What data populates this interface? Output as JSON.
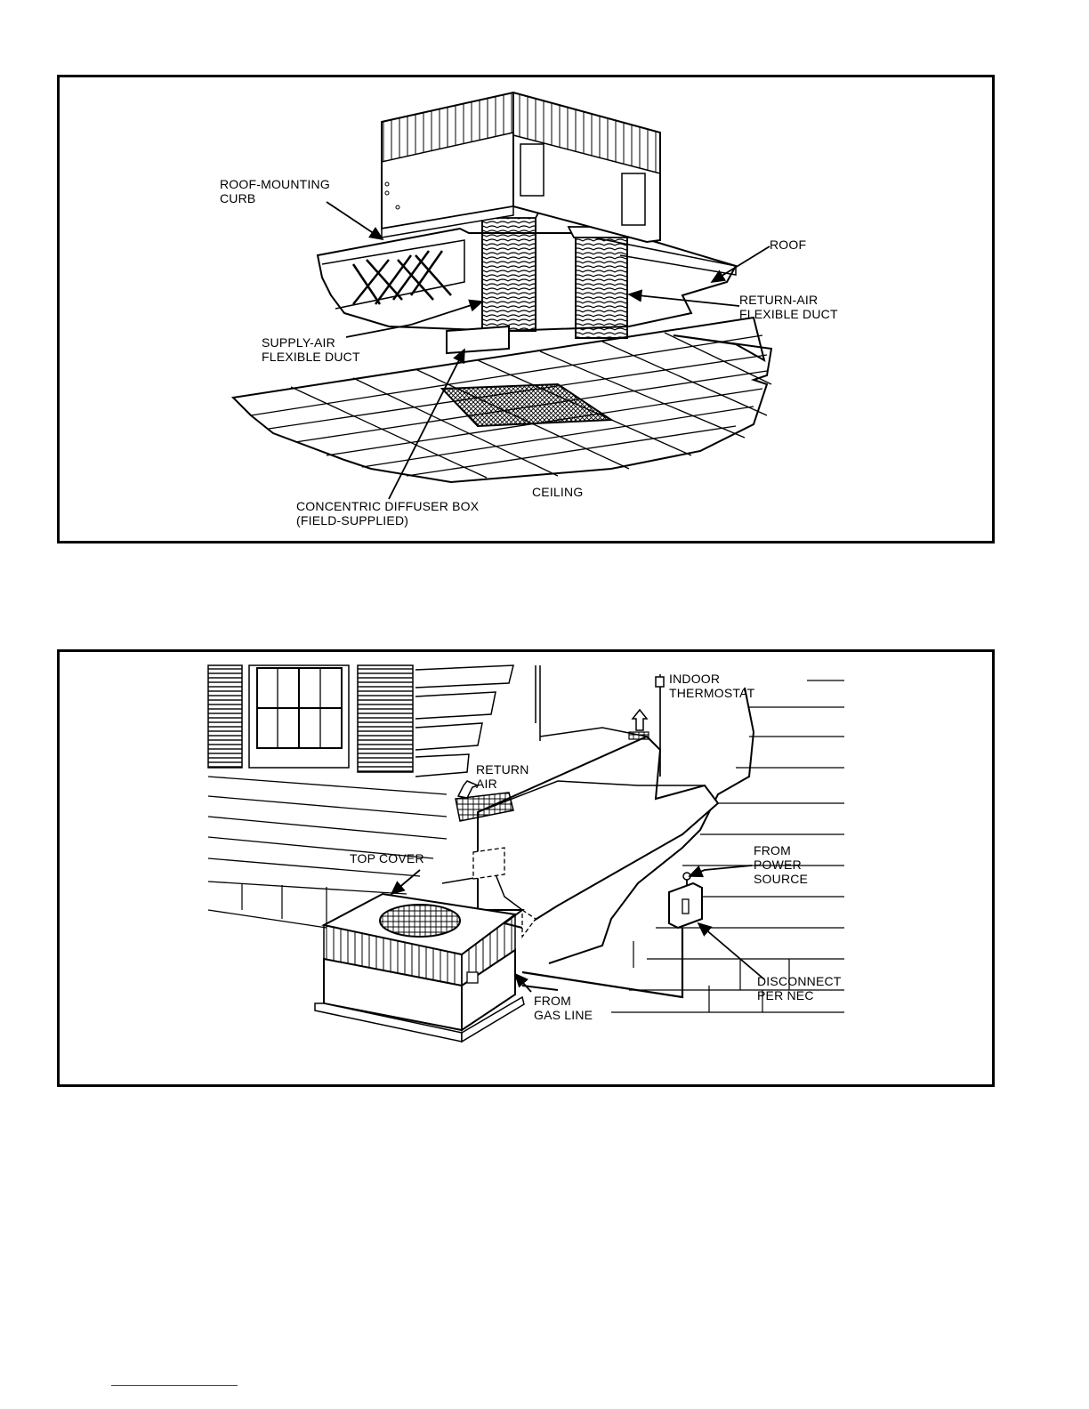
{
  "figures": [
    {
      "id": "rooftop-install",
      "labels": {
        "roof_curb": "ROOF-MOUNTING\nCURB",
        "roof": "ROOF",
        "return_duct": "RETURN-AIR\nFLEXIBLE DUCT",
        "supply_duct": "SUPPLY-AIR\nFLEXIBLE DUCT",
        "ceiling": "CEILING",
        "diffuser_box": "CONCENTRIC DIFFUSER BOX\n(FIELD-SUPPLIED)"
      }
    },
    {
      "id": "ground-level-install",
      "labels": {
        "indoor_thermostat": "INDOOR\nTHERMOSTAT",
        "return_air": "RETURN\nAIR",
        "from_power": "FROM\nPOWER\nSOURCE",
        "top_cover": "TOP COVER",
        "disconnect": "DISCONNECT\nPER NEC",
        "from_gas": "FROM\nGAS LINE"
      }
    }
  ]
}
